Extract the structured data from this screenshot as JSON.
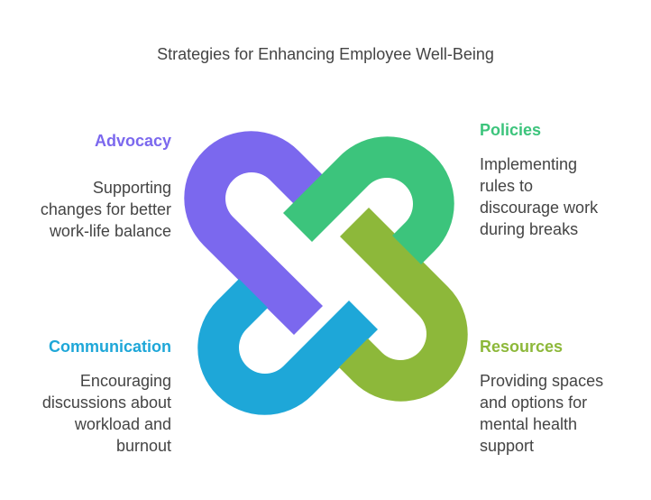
{
  "title": "Strategies for Enhancing Employee Well-Being",
  "quadrants": {
    "advocacy": {
      "heading": "Advocacy",
      "lines": [
        "Supporting",
        "changes for better",
        "work-life balance"
      ],
      "color": "#7b68ee"
    },
    "policies": {
      "heading": "Policies",
      "lines": [
        "Implementing",
        "rules to",
        "discourage work",
        "during breaks"
      ],
      "color": "#3cc47c"
    },
    "communication": {
      "heading": "Communication",
      "lines": [
        "Encouraging",
        "discussions about",
        "workload and",
        "burnout"
      ],
      "color": "#1ea7d8"
    },
    "resources": {
      "heading": "Resources",
      "lines": [
        "Providing spaces",
        "and options for",
        "mental health",
        "support"
      ],
      "color": "#8db83a"
    }
  },
  "text_color": "#444444"
}
